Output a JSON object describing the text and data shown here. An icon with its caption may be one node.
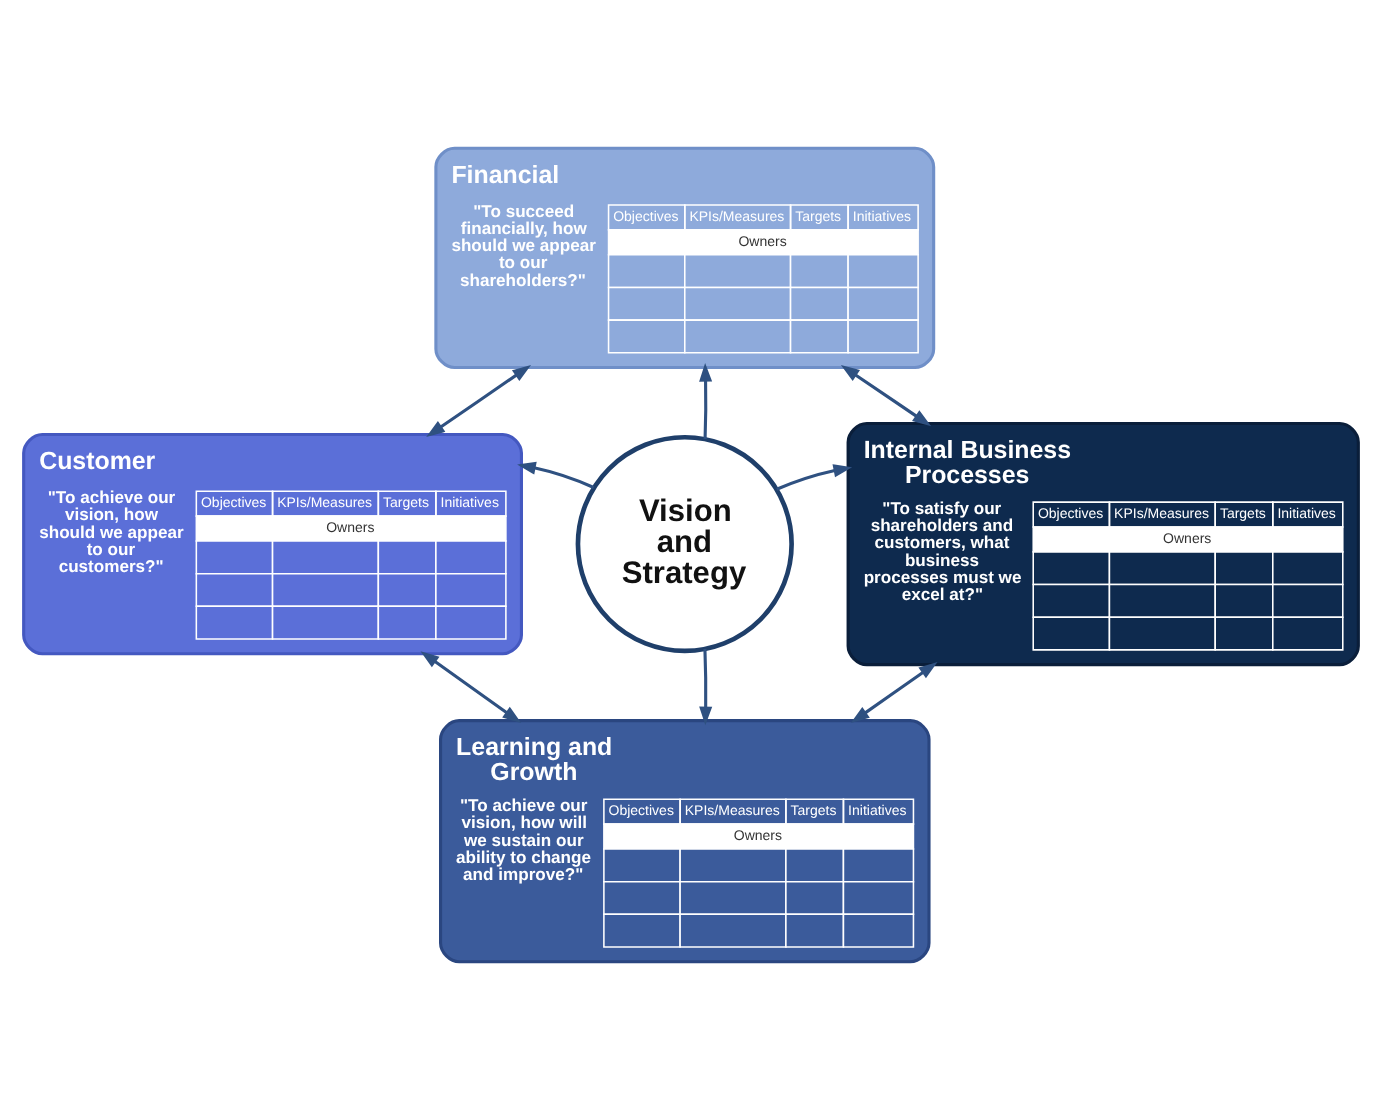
{
  "diagram": {
    "nodes": [
      {
        "text": [
          "Financial",
          "\"To succeed financially, how should we appear to our shareholders?\"",
          "Objectives",
          "KPIs/Measures",
          "Targets",
          "Initiatives",
          "Owners"
        ]
      },
      {
        "text": [
          "Customer",
          "\"To achieve our vision, how should we appear to our customers?\"",
          "Objectives",
          "KPIs/Measures",
          "Targets",
          "Initiatives",
          "Owners"
        ]
      },
      {
        "text": [
          "Vision and Strategy"
        ]
      },
      {
        "text": [
          "Internal Business Processes",
          "\"To satisfy our shareholders and customers, what business processes must we excel at?\"",
          "Objectives",
          "KPIs/Measures",
          "Targets",
          "Initiatives",
          "Owners"
        ]
      },
      {
        "text": [
          "Learning and Growth",
          "\"To achieve our vision, how will we sustain our ability to change and improve?\"",
          "Objectives",
          "KPIs/Measures",
          "Targets",
          "Initiatives",
          "Owners"
        ]
      }
    ],
    "edges": [
      {
        "from": 2,
        "to": 0,
        "arrow": "to"
      },
      {
        "from": 2,
        "to": 1,
        "arrow": "to"
      },
      {
        "from": 2,
        "to": 3,
        "arrow": "to"
      },
      {
        "from": 2,
        "to": 4,
        "arrow": "to"
      },
      {
        "from": 0,
        "to": 1,
        "arrow": "both"
      },
      {
        "from": 0,
        "to": 3,
        "arrow": "both"
      },
      {
        "from": 1,
        "to": 4,
        "arrow": "both"
      },
      {
        "from": 3,
        "to": 4,
        "arrow": "both"
      }
    ]
  }
}
